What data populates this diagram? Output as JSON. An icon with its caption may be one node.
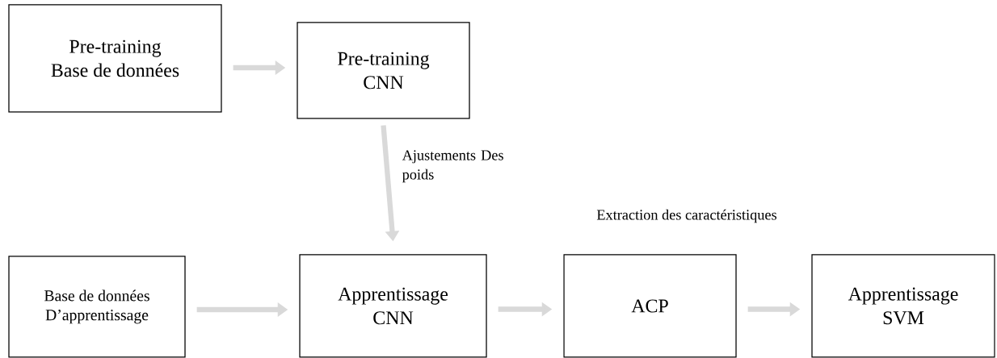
{
  "diagram": {
    "nodes": [
      {
        "text": [
          "Pre-training",
          "Base de données"
        ]
      },
      {
        "text": [
          "Pre-training",
          "CNN"
        ]
      },
      {
        "text": [
          "Base de données",
          "D’apprentissage"
        ]
      },
      {
        "text": [
          "Apprentissage",
          "CNN"
        ]
      },
      {
        "text": [
          "ACP"
        ]
      },
      {
        "text": [
          "Apprentissage",
          "SVM"
        ]
      }
    ],
    "edges": [
      {
        "from": 0,
        "to": 1,
        "arrow": "to"
      },
      {
        "from": 1,
        "to": 3,
        "arrow": "to",
        "label": "Ajustements Des poids"
      },
      {
        "from": 2,
        "to": 3,
        "arrow": "to"
      },
      {
        "from": 3,
        "to": 4,
        "arrow": "to"
      },
      {
        "from": 4,
        "to": 5,
        "arrow": "to"
      }
    ],
    "labels": [
      "Extraction des caractéristiques"
    ]
  }
}
